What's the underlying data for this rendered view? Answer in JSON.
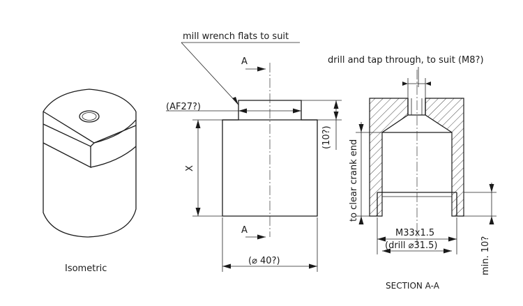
{
  "labels": {
    "mill_note": "mill wrench flats to suit",
    "drill_note": "drill and tap through, to suit (M8?)",
    "section_arrow_top": "A",
    "section_arrow_bottom": "A",
    "af_dim": "(AF27?)",
    "flat_depth_dim": "(10?)",
    "height_dim": "X",
    "diameter_dim": "(⌀ 40?)",
    "clear_crank": "to clear crank end",
    "thread_spec": "M33x1.5",
    "drill_spec": "(drill ⌀31.5)",
    "min_depth": "min. 10?",
    "isometric_caption": "Isometric",
    "section_caption": "SECTION A-A"
  },
  "colors": {
    "line": "#1a1a1a",
    "background": "#ffffff"
  }
}
